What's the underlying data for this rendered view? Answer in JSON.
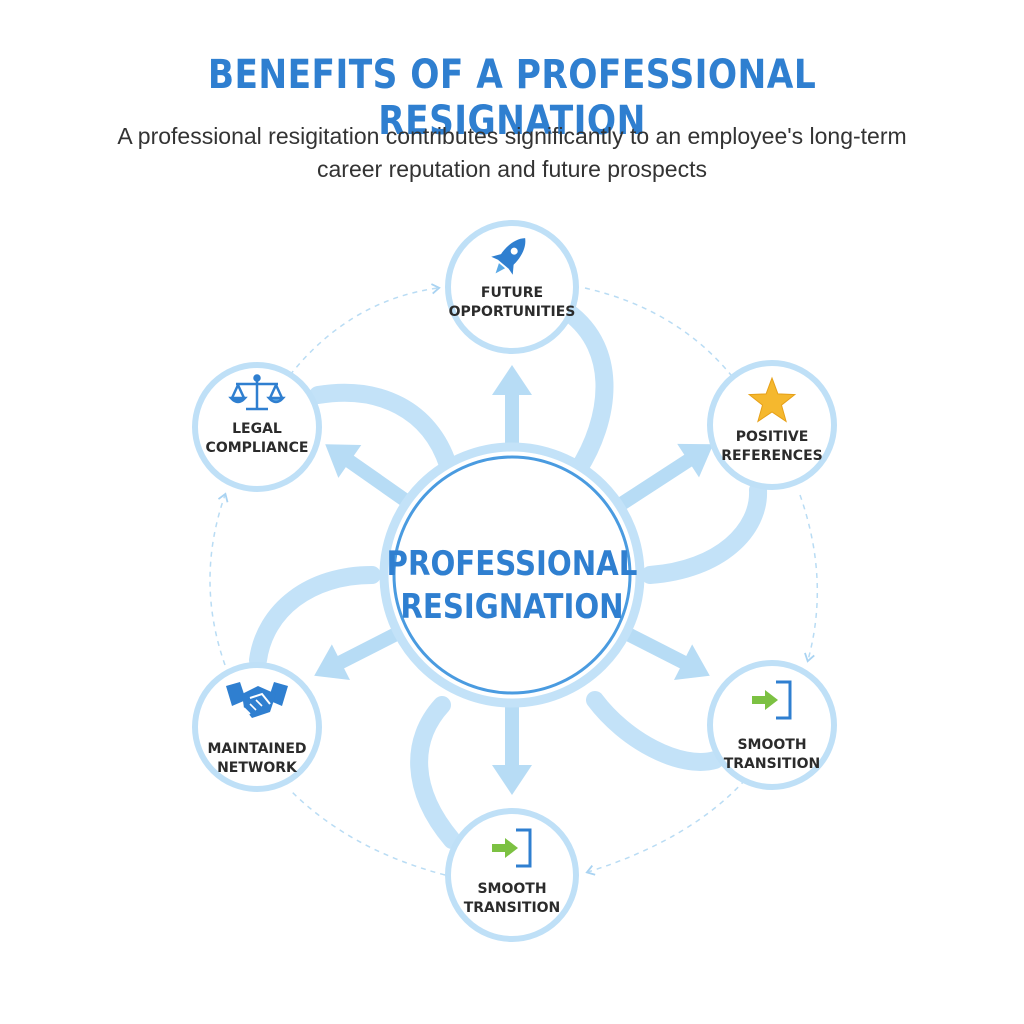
{
  "header": {
    "title": "BENEFITS OF A PROFESSIONAL RESIGNATION",
    "subtitle": "A professional resigitation contributes significantly to an employee's long-term career reputation and future prospects"
  },
  "center": {
    "line1": "PROFESSIONAL",
    "line2": "RESIGNATION"
  },
  "nodes": [
    {
      "id": "future-opportunities",
      "icon": "rocket-icon",
      "line1": "FUTURE",
      "line2": "OPPORTUNITIES"
    },
    {
      "id": "positive-references",
      "icon": "star-icon",
      "line1": "POSITIVE",
      "line2": "REFERENCES"
    },
    {
      "id": "smooth-transition-right",
      "icon": "exit-door-icon",
      "line1": "SMOOTH",
      "line2": "TRANSITION"
    },
    {
      "id": "smooth-transition-bottom",
      "icon": "exit-door-icon",
      "line1": "SMOOTH",
      "line2": "TRANSITION"
    },
    {
      "id": "maintained-network",
      "icon": "handshake-icon",
      "line1": "MAINTAINED",
      "line2": "NETWORK"
    },
    {
      "id": "legal-compliance",
      "icon": "scales-icon",
      "line1": "LEGAL",
      "line2": "COMPLIANCE"
    }
  ],
  "colors": {
    "accent": "#2f7fd0",
    "ring": "#bfe0f7",
    "arrow": "#b7dcf5",
    "star": "#f5b82e",
    "arrow_green": "#7cc142"
  }
}
